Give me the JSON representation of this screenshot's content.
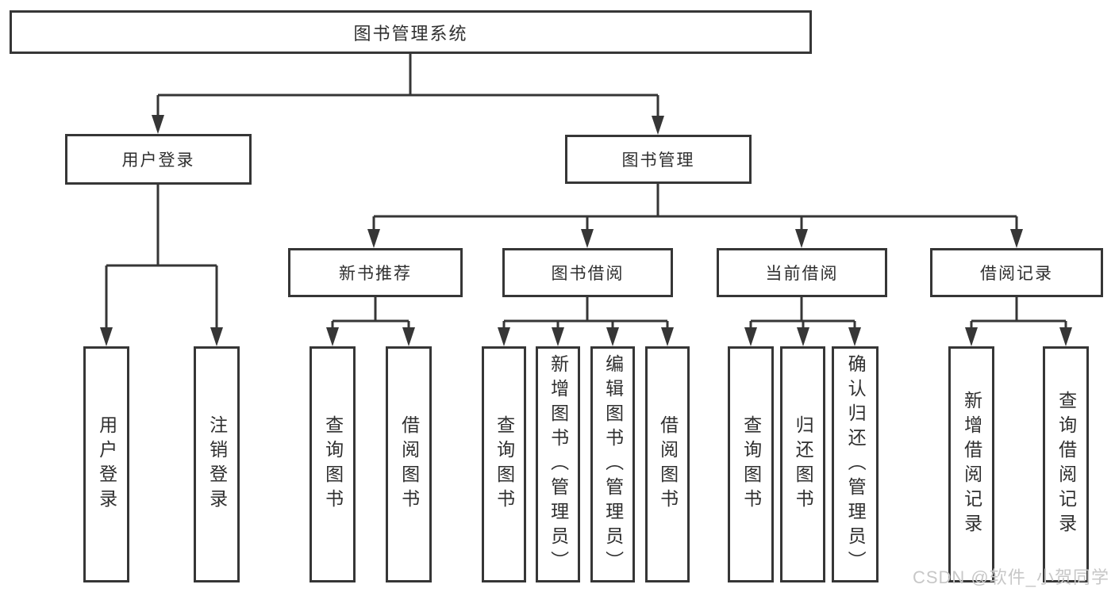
{
  "diagram": {
    "title": "图书管理系统",
    "level2": [
      {
        "id": "user-login",
        "label": "用户登录",
        "parent": "root"
      },
      {
        "id": "book-management",
        "label": "图书管理",
        "parent": "root"
      }
    ],
    "level3": [
      {
        "id": "new-book-recommend",
        "label": "新书推荐",
        "parent": "book-management"
      },
      {
        "id": "book-borrow",
        "label": "图书借阅",
        "parent": "book-management"
      },
      {
        "id": "current-borrow",
        "label": "当前借阅",
        "parent": "book-management"
      },
      {
        "id": "borrow-records",
        "label": "借阅记录",
        "parent": "book-management"
      }
    ],
    "leaves": [
      {
        "label": "用户登录",
        "parent": "user-login"
      },
      {
        "label": "注销登录",
        "parent": "user-login"
      },
      {
        "label": "查询图书",
        "parent": "new-book-recommend"
      },
      {
        "label": "借阅图书",
        "parent": "new-book-recommend"
      },
      {
        "label": "查询图书",
        "parent": "book-borrow"
      },
      {
        "label": "新增图书（管理员）",
        "parent": "book-borrow"
      },
      {
        "label": "编辑图书（管理员）",
        "parent": "book-borrow"
      },
      {
        "label": "借阅图书",
        "parent": "book-borrow"
      },
      {
        "label": "查询图书",
        "parent": "current-borrow"
      },
      {
        "label": "归还图书",
        "parent": "current-borrow"
      },
      {
        "label": "确认归还（管理员）",
        "parent": "current-borrow"
      },
      {
        "label": "新增借阅记录",
        "parent": "borrow-records"
      },
      {
        "label": "查询借阅记录",
        "parent": "borrow-records"
      }
    ]
  },
  "watermark": {
    "text": "CSDN @软件_小贺同学"
  },
  "colors": {
    "line": "#363636",
    "text": "#2f2f2f",
    "watermark": "#c7c7c7",
    "background": "#ffffff"
  }
}
